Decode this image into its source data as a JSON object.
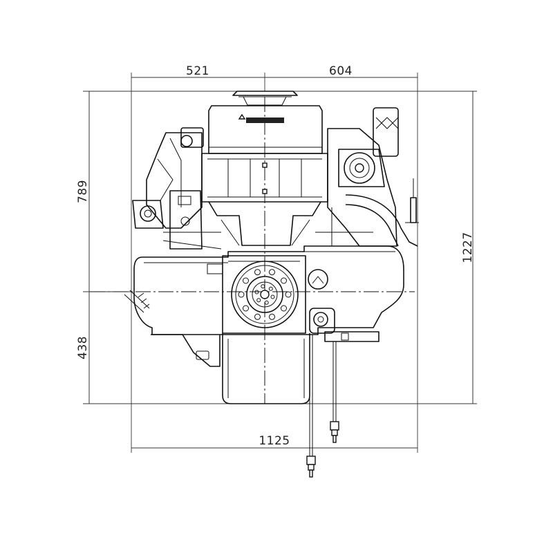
{
  "dimensions": {
    "top_left_width": "521",
    "top_right_width": "604",
    "overall_width": "1125",
    "upper_height": "789",
    "lower_height": "438",
    "overall_height": "1227"
  }
}
